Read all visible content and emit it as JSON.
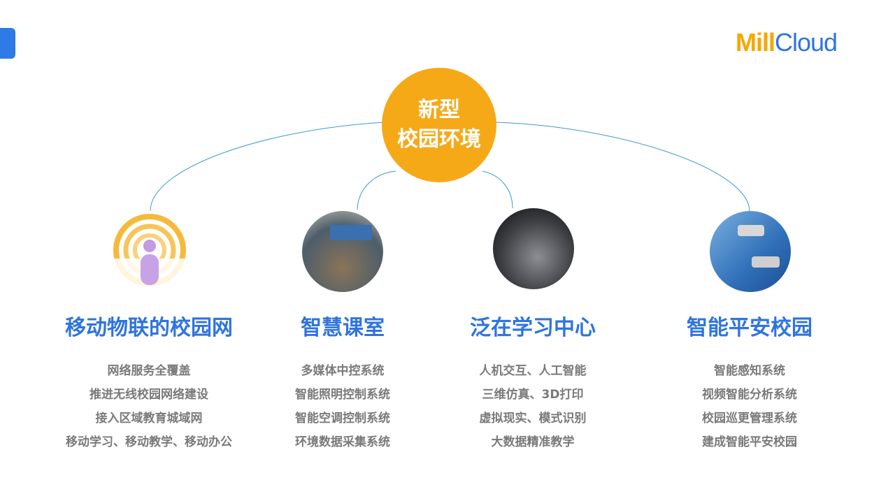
{
  "logo": {
    "part1": "Mill",
    "part2": "Cloud"
  },
  "hub": {
    "line1": "新型",
    "line2": "校园环境"
  },
  "columns": [
    {
      "title": "移动物联的校园网",
      "icon": "wifi-person-icon",
      "items": [
        "网络服务全覆盖",
        "推进无线校园网络建设",
        "接入区域教育城域网",
        "移动学习、移动教学、移动办公"
      ]
    },
    {
      "title": "智慧课室",
      "icon": "classroom-photo",
      "items": [
        "多媒体中控系统",
        "智能照明控制系统",
        "智能空调控制系统",
        "环境数据采集系统"
      ]
    },
    {
      "title": "泛在学习中心",
      "icon": "learning-center-photo",
      "items": [
        "人机交互、人工智能",
        "三维仿真、3D打印",
        "虚拟现实、模式识别",
        "大数据精准教学"
      ]
    },
    {
      "title": "智能平安校园",
      "icon": "security-camera-photo",
      "items": [
        "智能感知系统",
        "视频智能分析系统",
        "校园巡更管理系统",
        "建成智能平安校园"
      ]
    }
  ],
  "colors": {
    "accent": "#2f74e0",
    "hub": "#f6a917",
    "text": "#7a7a7a"
  }
}
